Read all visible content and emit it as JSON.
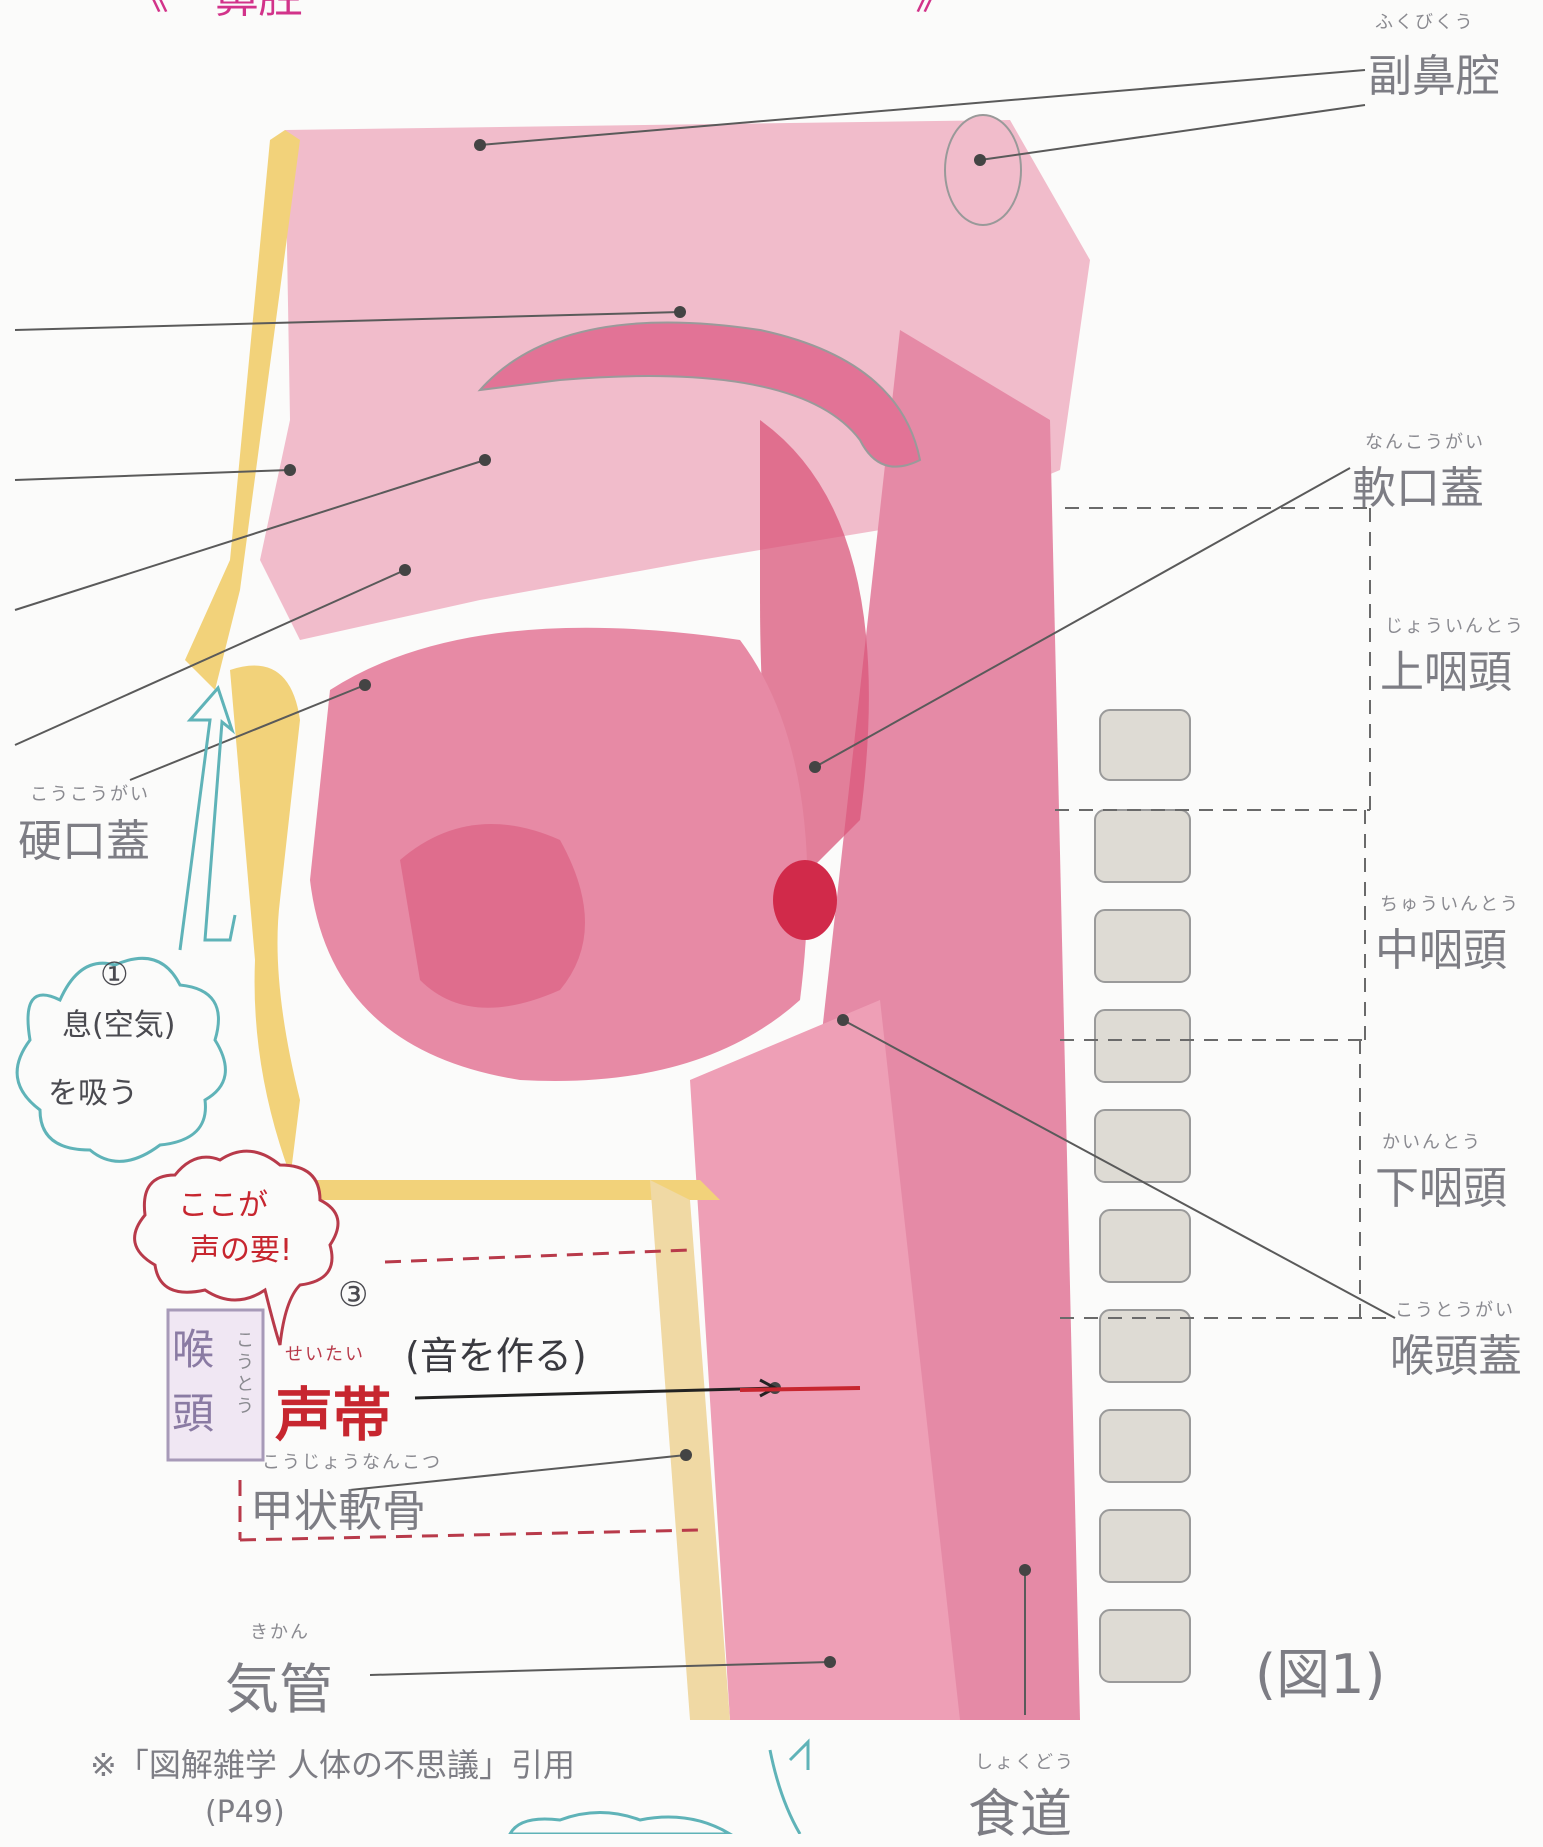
{
  "title": "鼻腔",
  "labels": {
    "fukubikuu": {
      "text": "副鼻腔",
      "ruby": "ふくびくう"
    },
    "nankougai": {
      "text": "軟口蓋",
      "ruby": "なんこうがい"
    },
    "jouintou": {
      "text": "上咽頭",
      "ruby": "じょういんとう"
    },
    "chuuintou": {
      "text": "中咽頭",
      "ruby": "ちゅういんとう"
    },
    "kaintou": {
      "text": "下咽頭",
      "ruby": "かいんとう"
    },
    "koutougai": {
      "text": "喉頭蓋",
      "ruby": "こうとうがい"
    },
    "koukougai": {
      "text": "硬口蓋",
      "ruby": "こうこうがい"
    },
    "koutou": {
      "text": "喉頭",
      "ruby": "こうとう"
    },
    "seitai": {
      "text": "声帯",
      "ruby": "せいたい"
    },
    "oto": "(音を作る)",
    "koujou": {
      "text": "甲状軟骨",
      "ruby": "こうじょうなんこつ"
    },
    "kikan": {
      "text": "気管",
      "ruby": "きかん"
    },
    "shokudou": {
      "text": "食道",
      "ruby": "しょくどう"
    },
    "fig": "(図1)"
  },
  "bubbles": {
    "breath_num": "①",
    "breath_line1": "息(空気)",
    "breath_line2": "を吸う",
    "key_line1": "ここが",
    "key_line2": "声の要!",
    "num3": "③"
  },
  "citation": {
    "line1": "※「図解雑学 人体の不思議」引用",
    "line2": "(P49)"
  },
  "colors": {
    "tissue": "#e9a3b7",
    "tissue_dark": "#d9557a",
    "tissue_light": "#f6dbe3",
    "bone": "#f2d27a",
    "line": "#5a5a5a",
    "arrow": "#5fb3b8"
  }
}
